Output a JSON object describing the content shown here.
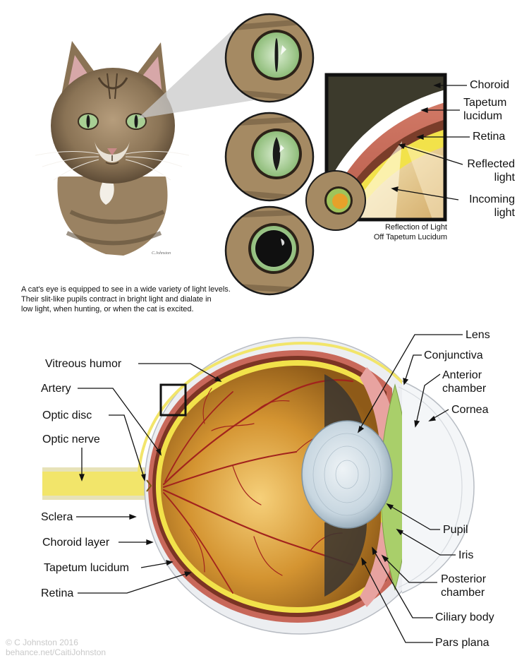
{
  "top_labels": {
    "choroid": "Choroid",
    "tapetum_1": "Tapetum",
    "tapetum_2": "lucidum",
    "retina": "Retina",
    "reflected_1": "Reflected",
    "reflected_2": "light",
    "incoming_1": "Incoming",
    "incoming_2": "light"
  },
  "inset_caption": {
    "line1": "Reflection of Light",
    "line2": "Off Tapetum Lucidum"
  },
  "cat_caption": {
    "line1": "A cat's eye is equipped to see in a wide variety of light levels.",
    "line2": "Their slit-like pupils contract in bright light and dialate in",
    "line3": "low light, when hunting, or when the cat is excited."
  },
  "left_labels": {
    "vitreous": "Vitreous humor",
    "artery": "Artery",
    "optic_disc": "Optic disc",
    "optic_nerve": "Optic nerve",
    "sclera": "Sclera",
    "choroid_layer": "Choroid layer",
    "tapetum": "Tapetum lucidum",
    "retina": "Retina"
  },
  "right_labels": {
    "lens": "Lens",
    "conjunctiva": "Conjunctiva",
    "anterior_1": "Anterior",
    "anterior_2": "chamber",
    "cornea": "Cornea",
    "pupil": "Pupil",
    "iris": "Iris",
    "posterior_1": "Posterior",
    "posterior_2": "chamber",
    "ciliary": "Ciliary body",
    "pars_plana": "Pars plana"
  },
  "signature": "C.Johnston",
  "credits": {
    "line1": "© C Johnston 2016",
    "line2": "behance.net/CaitiJohnston"
  },
  "colors": {
    "eye_green": "#a8cf94",
    "fur": "#8a7355",
    "sclera": "#e9e9ec",
    "retina_yellow": "#f2e24a",
    "choroid_red": "#c8685a",
    "vitreous": "#d49431",
    "vessel": "#a2231d",
    "lens": "#c7d6e0",
    "iris_green": "#a9cf6a"
  }
}
